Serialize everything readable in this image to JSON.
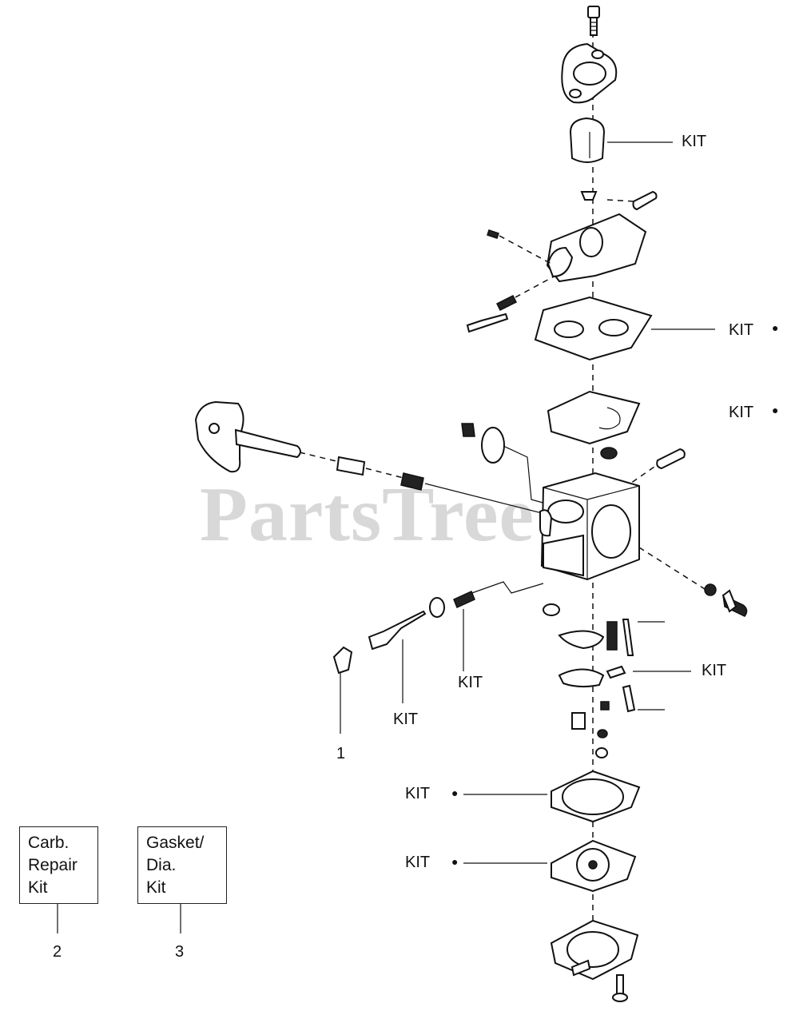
{
  "watermark": "PartsTree",
  "callouts": {
    "kit_primer": "KIT",
    "kit_gasket_top": "KIT",
    "kit_diaphragm_top": "KIT",
    "kit_needle_group": "KIT",
    "kit_spring": "KIT",
    "kit_screw": "KIT",
    "kit_gasket_bottom": "KIT",
    "kit_diaphragm_bottom": "KIT"
  },
  "ref_numbers": {
    "ref_1": "1",
    "ref_2": "2",
    "ref_3": "3"
  },
  "kit_boxes": {
    "carb_repair": [
      "Carb.",
      "Repair",
      "Kit"
    ],
    "gasket_dia": [
      "Gasket/",
      "Dia.",
      "Kit"
    ]
  },
  "bullet_glyph": "●"
}
